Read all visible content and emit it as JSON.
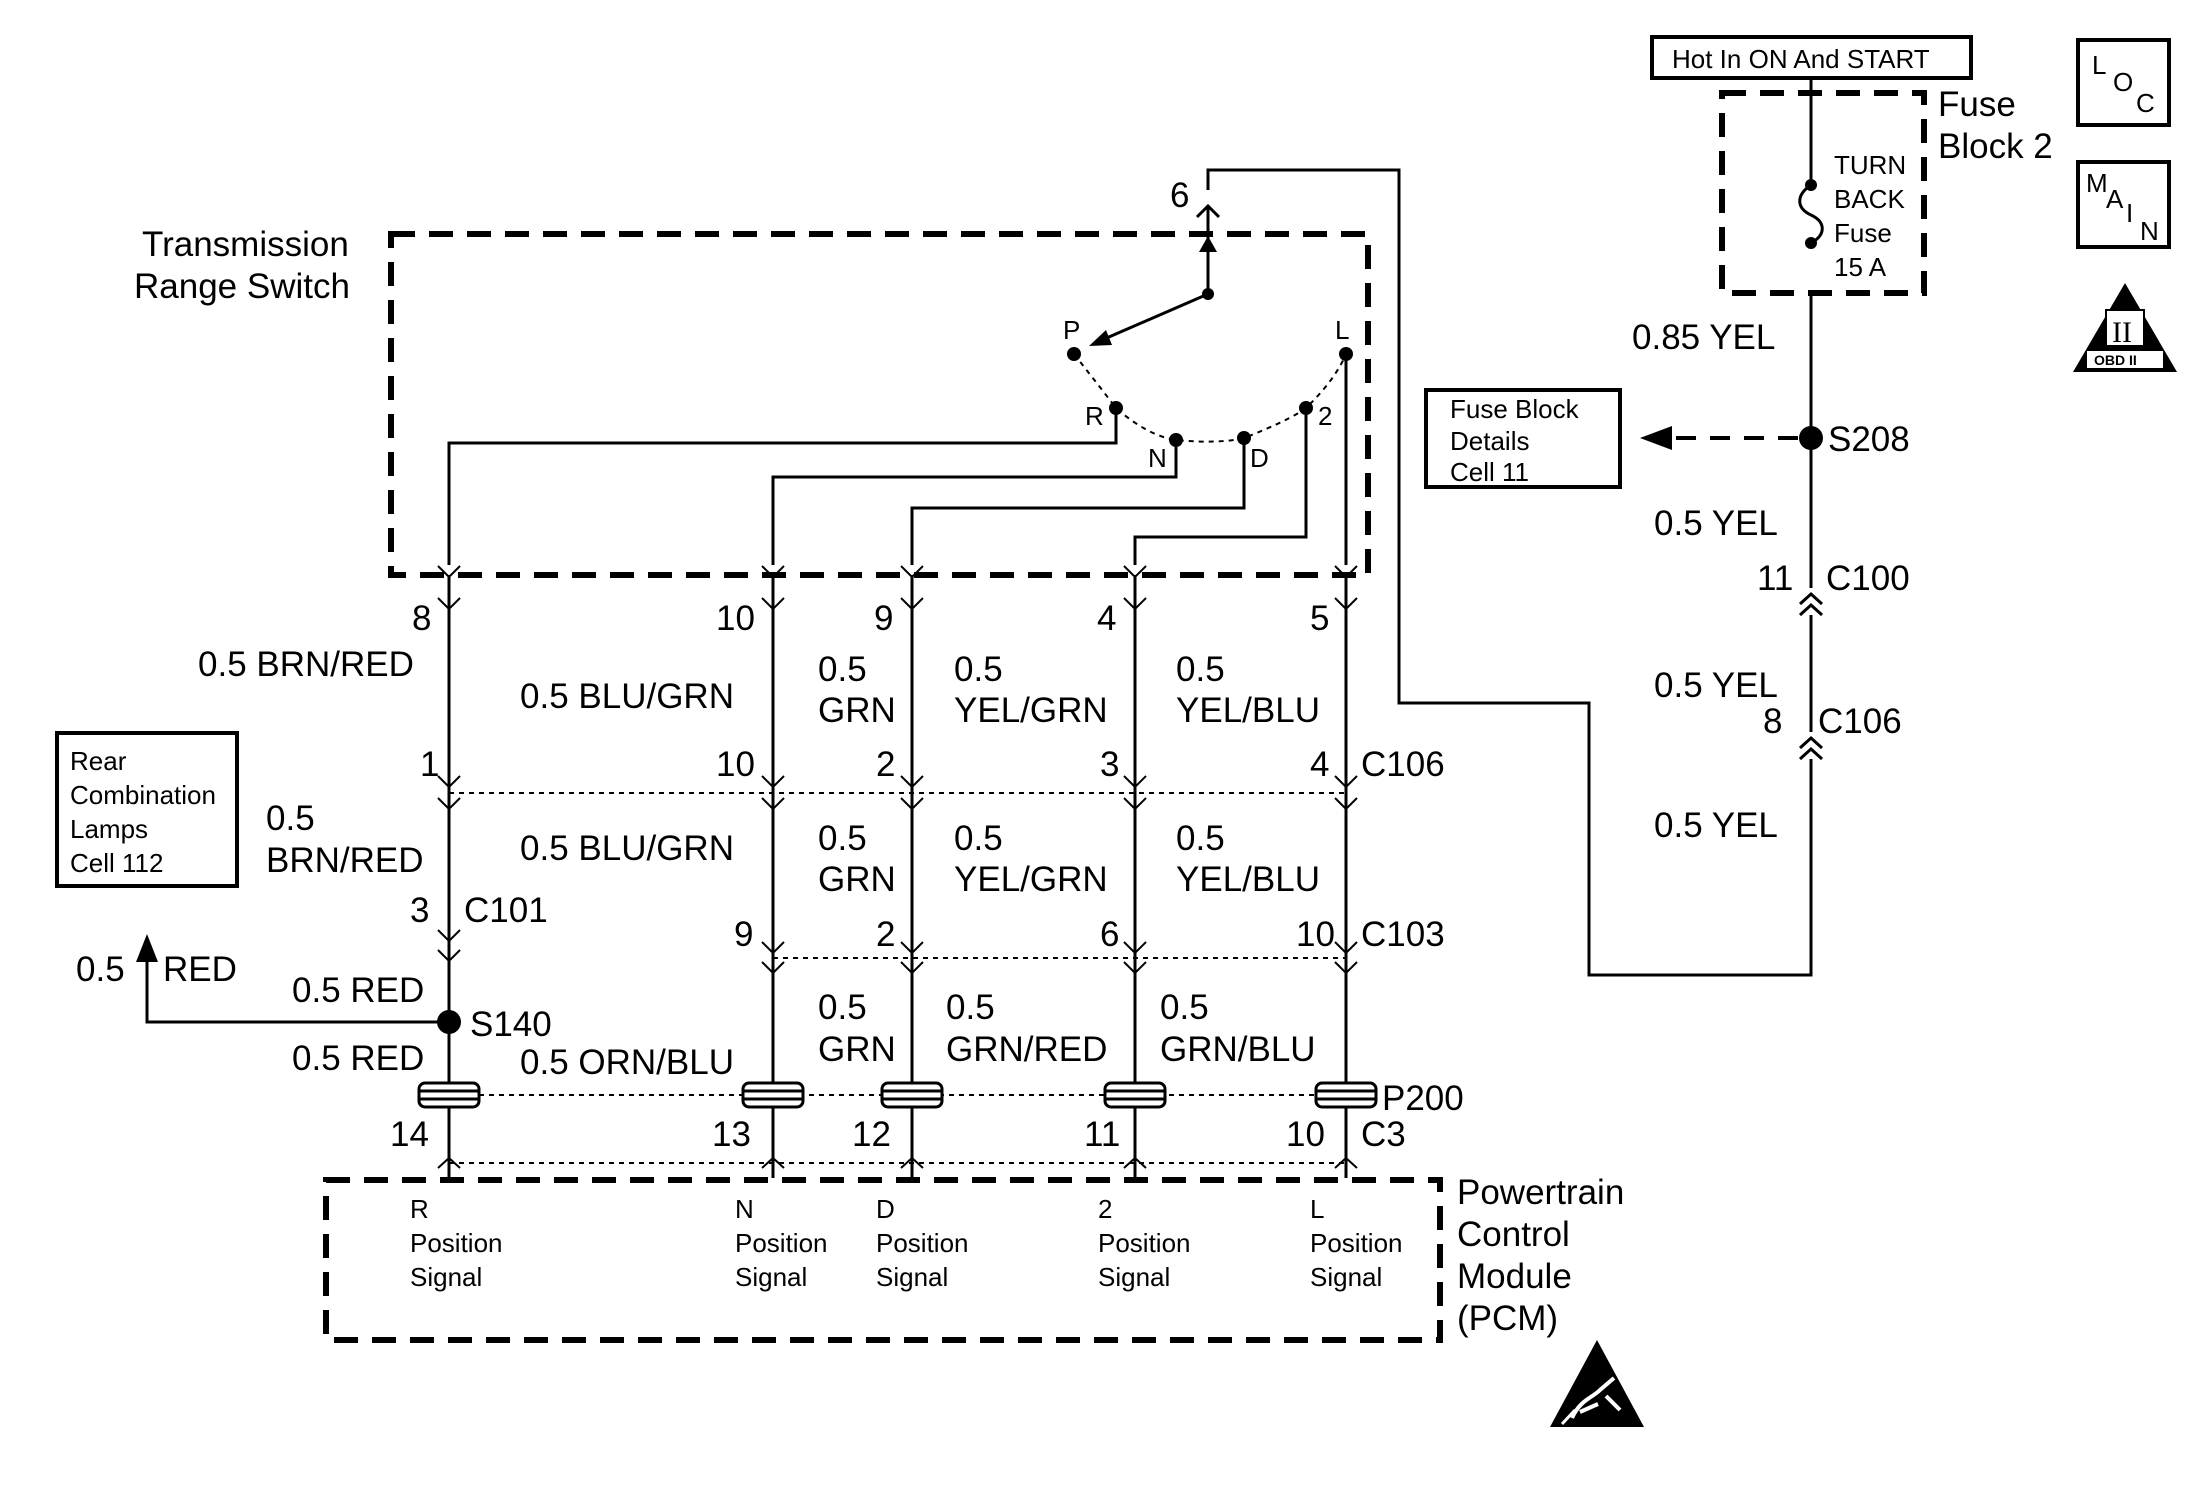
{
  "hot_box": {
    "label": "Hot In ON And START"
  },
  "fuse_block": {
    "title_1": "Fuse",
    "title_2": "Block 2",
    "fuse_1": "TURN",
    "fuse_2": "BACK",
    "fuse_3": "Fuse",
    "fuse_4": "15 A"
  },
  "icons": {
    "loc": {
      "l": "L",
      "o": "O",
      "c": "C"
    },
    "main": {
      "m": "M",
      "a": "A",
      "i": "I",
      "n": "N"
    },
    "obd": {
      "num": "II",
      "label": "OBD II"
    }
  },
  "switch": {
    "title_1": "Transmission",
    "title_2": "Range Switch",
    "top_pin": "6",
    "pos": {
      "p": "P",
      "r": "R",
      "n": "N",
      "d": "D",
      "two": "2",
      "l": "L"
    }
  },
  "fuse_details": {
    "line1": "Fuse Block",
    "line2": "Details",
    "line3": "Cell 11"
  },
  "rear_lamps": {
    "line1": "Rear",
    "line2": "Combination",
    "line3": "Lamps",
    "line4": "Cell 112"
  },
  "feed": {
    "wire1": "0.85 YEL",
    "splice": "S208",
    "wire2": "0.5 YEL",
    "pin_c100": "11",
    "c100": "C100",
    "wire3": "0.5 YEL",
    "pin_c106": "8",
    "c106": "C106",
    "wire4": "0.5 YEL"
  },
  "circuits": {
    "sw_pins": {
      "r": "8",
      "n": "10",
      "d": "9",
      "two": "4",
      "l": "5"
    },
    "c106": {
      "label": "C106",
      "r": "1",
      "n": "10",
      "d": "2",
      "two": "3",
      "l": "4"
    },
    "c101": {
      "label": "C101",
      "pin": "3"
    },
    "c103": {
      "label": "C103",
      "n": "9",
      "d": "2",
      "two": "6",
      "l": "10"
    },
    "p200": {
      "label": "P200"
    },
    "c3": {
      "label": "C3",
      "r": "14",
      "n": "13",
      "d": "12",
      "two": "11",
      "l": "10"
    },
    "s140": "S140",
    "red_branch": {
      "gauge": "0.5",
      "color": "RED"
    },
    "s1": {
      "r": "0.5 BRN/RED",
      "n": "0.5 BLU/GRN",
      "d_gauge": "0.5",
      "d_color": "GRN",
      "two_gauge": "0.5",
      "two_color": "YEL/GRN",
      "l_gauge": "0.5",
      "l_color": "YEL/BLU"
    },
    "s2": {
      "r_gauge": "0.5",
      "r_color": "BRN/RED",
      "n": "0.5 BLU/GRN",
      "d_gauge": "0.5",
      "d_color": "GRN",
      "two_gauge": "0.5",
      "two_color": "YEL/GRN",
      "l_gauge": "0.5",
      "l_color": "YEL/BLU"
    },
    "s3": {
      "r1": "0.5 RED",
      "r2": "0.5 RED",
      "n": "0.5 ORN/BLU",
      "d_gauge": "0.5",
      "d_color": "GRN",
      "two_gauge": "0.5",
      "two_color": "GRN/RED",
      "l_gauge": "0.5",
      "l_color": "GRN/BLU"
    }
  },
  "pcm": {
    "title_1": "Powertrain",
    "title_2": "Control",
    "title_3": "Module",
    "title_4": "(PCM)",
    "signals": [
      {
        "name": "R",
        "line2": "Position",
        "line3": "Signal"
      },
      {
        "name": "N",
        "line2": "Position",
        "line3": "Signal"
      },
      {
        "name": "D",
        "line2": "Position",
        "line3": "Signal"
      },
      {
        "name": "2",
        "line2": "Position",
        "line3": "Signal"
      },
      {
        "name": "L",
        "line2": "Position",
        "line3": "Signal"
      }
    ]
  }
}
